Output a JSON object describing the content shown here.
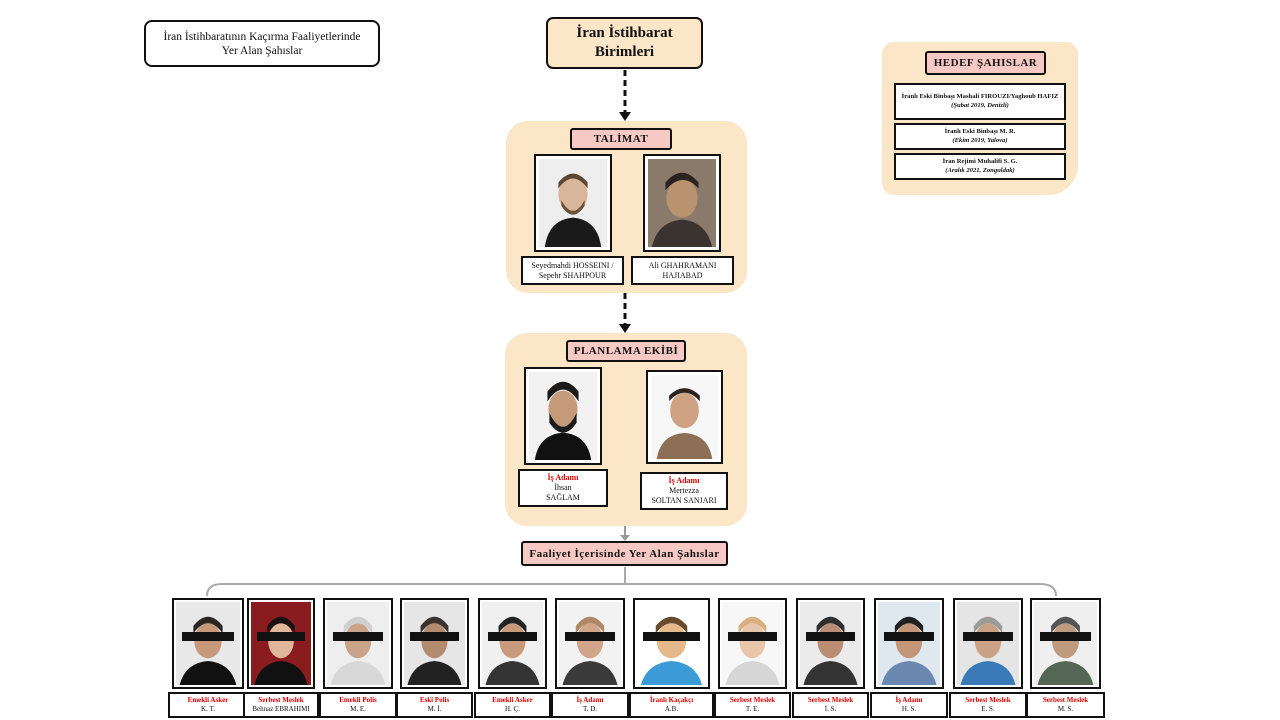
{
  "header": {
    "title": "İran İstihbaratının Kaçırma Faaliyetlerinde Yer Alan Şahıslar",
    "root_line1": "İran İstihbarat",
    "root_line2": "Birimleri"
  },
  "targets": {
    "label": "HEDEF ŞAHISLAR",
    "items": [
      {
        "text": "İranlı Eski Binbaşı Mashali FIROUZI/Yaghoub HAFIZ",
        "note": "(Şubat 2019, Denizli)"
      },
      {
        "text": "İranlı Eski Binbaşı M. R.",
        "note": "(Ekim 2019, Yalova)"
      },
      {
        "text": "İran Rejimi Muhalifi S. G.",
        "note": "(Aralık 2021, Zonguldak)"
      }
    ]
  },
  "talimat": {
    "label": "TALİMAT",
    "people": [
      {
        "line1": "Seyedmahdi HOSSEINI /",
        "line2": "Sepehr SHAHPOUR"
      },
      {
        "line1": "Ali GHAHRAMANI",
        "line2": "HAJIABAD"
      }
    ]
  },
  "planlama": {
    "label": "PLANLAMA EKİBİ",
    "people": [
      {
        "role": "İş Adamı",
        "line1": "İhsan",
        "line2": "SAĞLAM"
      },
      {
        "role": "İş Adamı",
        "line1": "Mertezza",
        "line2": "SOLTAN SANJARI"
      }
    ]
  },
  "activity": {
    "label": "Faaliyet İçerisinde Yer Alan Şahıslar",
    "people": [
      {
        "role": "Emekli Asker",
        "name": "K. T."
      },
      {
        "role": "Serbest Meslek",
        "name": "Behnaz EBRAHIMI"
      },
      {
        "role": "Emekli Polis",
        "name": "M. E."
      },
      {
        "role": "Eski Polis",
        "name": "M. İ."
      },
      {
        "role": "Emekli Asker",
        "name": "H. Ç."
      },
      {
        "role": "İş Adamı",
        "name": "T. D."
      },
      {
        "role": "İranlı Kaçakçı",
        "name": "A.B."
      },
      {
        "role": "Serbest Meslek",
        "name": "T. E."
      },
      {
        "role": "Serbest Meslek",
        "name": "İ. S."
      },
      {
        "role": "İş Adamı",
        "name": "H. S."
      },
      {
        "role": "Serbest Meslek",
        "name": "E. S."
      },
      {
        "role": "Serbest Meslek",
        "name": "M. S."
      }
    ]
  },
  "colors": {
    "panel": "#fbe6c8",
    "pill": "#f7c9c4",
    "role_red": "#d60000"
  }
}
